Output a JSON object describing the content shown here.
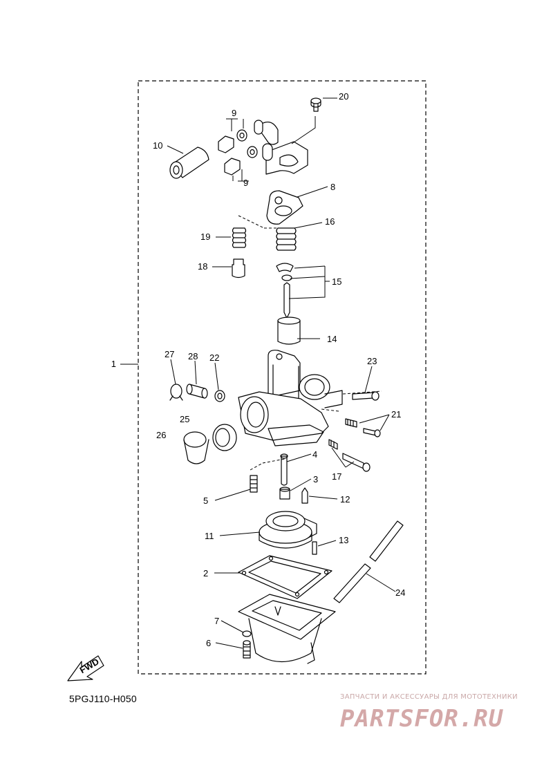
{
  "diagram": {
    "group_label": "1",
    "part_labels": {
      "p2": "2",
      "p3": "3",
      "p4": "4",
      "p5": "5",
      "p6": "6",
      "p7": "7",
      "p8": "8",
      "p9a": "9",
      "p9b": "9",
      "p10": "10",
      "p11": "11",
      "p12": "12",
      "p13": "13",
      "p14": "14",
      "p15": "15",
      "p16": "16",
      "p17": "17",
      "p18": "18",
      "p19": "19",
      "p20": "20",
      "p21": "21",
      "p22": "22",
      "p23": "23",
      "p24": "24",
      "p25": "25",
      "p26": "26",
      "p27": "27",
      "p28": "28"
    },
    "fwd_label": "FWD",
    "drawing_code": "5PGJ110-H050"
  },
  "watermark": {
    "caption": "ЗАПЧАСТИ И АКСЕССУАРЫ ДЛЯ МОТОТЕХНИКИ",
    "brand": "PARTSFOR.RU",
    "color": "#d4a8a8"
  }
}
